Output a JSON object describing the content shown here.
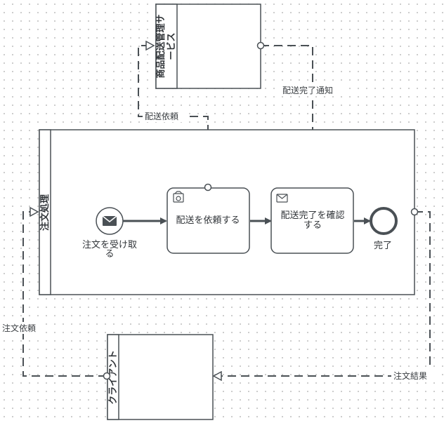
{
  "pools": {
    "delivery_service": {
      "name_lines": [
        "商品配送管理サ",
        "ービス"
      ]
    },
    "order_process": {
      "name": "注文処理"
    },
    "client": {
      "name": "クライアント"
    }
  },
  "events": {
    "start": {
      "label_lines": [
        "注文を受け取",
        "る"
      ]
    },
    "end": {
      "label": "完了"
    }
  },
  "tasks": {
    "request_delivery": {
      "label": "配送を依頼する"
    },
    "confirm_delivery": {
      "label_lines": [
        "配送完了を確認",
        "する"
      ]
    }
  },
  "message_flows": {
    "delivery_request": {
      "label": "配送依頼"
    },
    "delivery_complete_notice": {
      "label": "配送完了通知"
    },
    "order_request": {
      "label": "注文依頼"
    },
    "order_result": {
      "label": "注文結果"
    }
  }
}
